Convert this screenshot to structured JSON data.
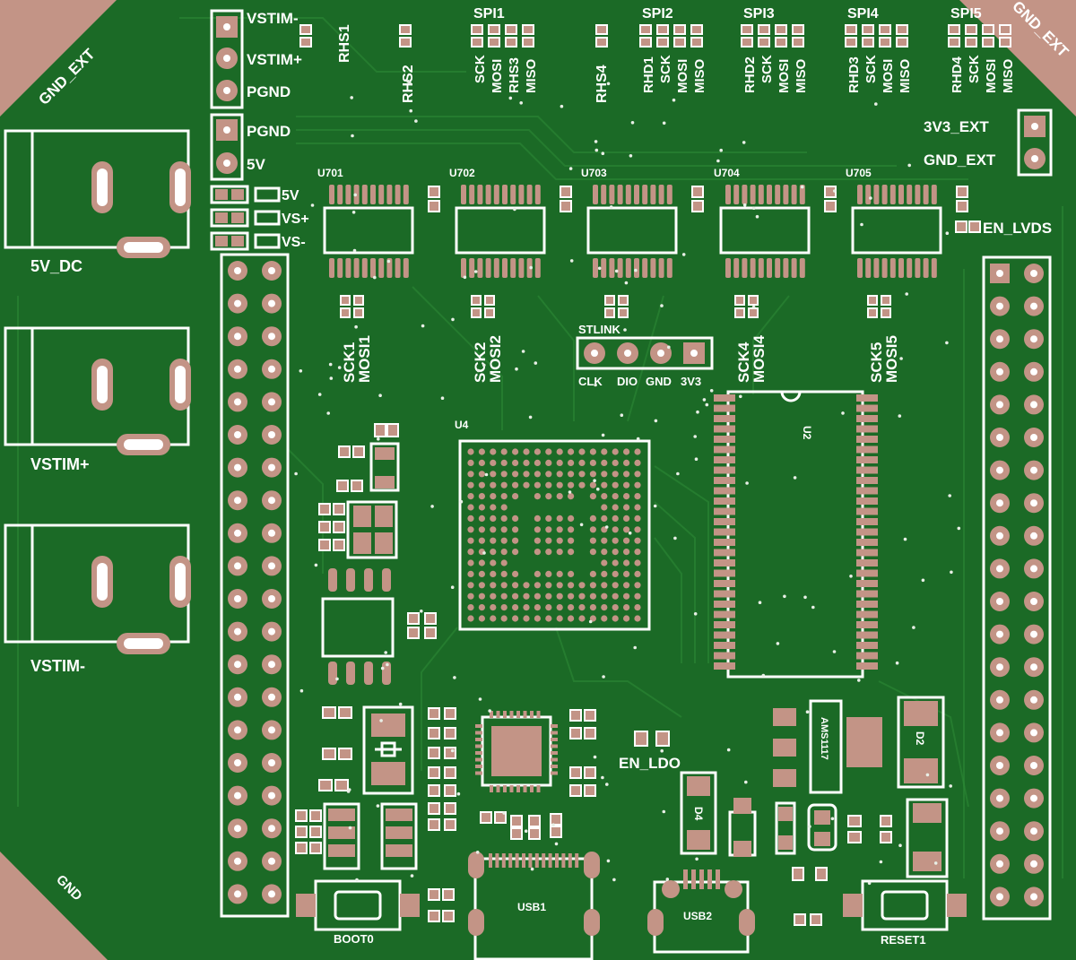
{
  "corners": {
    "top_left": "GND_EXT",
    "top_right": "GND_EXT",
    "bottom_left": "GND"
  },
  "stim_header": [
    "VSTIM-",
    "VSTIM+",
    "PGND"
  ],
  "power_header": [
    "PGND",
    "5V"
  ],
  "jumper_labels": [
    "5V",
    "VS+",
    "VS-"
  ],
  "dc_jacks": [
    "5V_DC",
    "VSTIM+",
    "VSTIM-"
  ],
  "top_refs": {
    "rhs1": "RHS1",
    "rhs2": "RHS2",
    "rhs4": "RHS4"
  },
  "spi_groups": [
    {
      "title": "SPI1",
      "pins": [
        "SCK",
        "MOSI",
        "RHS3",
        "MISO"
      ]
    },
    {
      "title": "SPI2",
      "pins": [
        "RHD1",
        "SCK",
        "MOSI",
        "MISO"
      ]
    },
    {
      "title": "SPI3",
      "pins": [
        "RHD2",
        "SCK",
        "MOSI",
        "MISO"
      ]
    },
    {
      "title": "SPI4",
      "pins": [
        "RHD3",
        "SCK",
        "MOSI",
        "MISO"
      ]
    },
    {
      "title": "SPI5",
      "pins": [
        "RHD4",
        "SCK",
        "MOSI",
        "MISO"
      ]
    }
  ],
  "ext_header": [
    "3V3_EXT",
    "GND_EXT"
  ],
  "drivers": [
    "U701",
    "U702",
    "U703",
    "U704",
    "U705"
  ],
  "en_lvds": "EN_LVDS",
  "test_points": [
    [
      "SCK1",
      "MOSI1"
    ],
    [
      "SCK2",
      "MOSI2"
    ],
    [
      "SCK4",
      "MOSI4"
    ],
    [
      "SCK5",
      "MOSI5"
    ]
  ],
  "stlink": {
    "title": "STLINK",
    "pins": [
      "CLK",
      "DIO",
      "GND",
      "3V3"
    ]
  },
  "chips": {
    "u4": "U4",
    "u2": "U2",
    "ams": "AMS1117",
    "d2": "D2",
    "d4": "D4"
  },
  "en_ldo": "EN_LDO",
  "usb": [
    "USB1",
    "USB2"
  ],
  "buttons": [
    "BOOT0",
    "RESET1"
  ],
  "colors": {
    "board": "#1b6a26",
    "copper_pad": "#c39486",
    "silkscreen": "#ffffff",
    "trace": "#2d8a37"
  }
}
